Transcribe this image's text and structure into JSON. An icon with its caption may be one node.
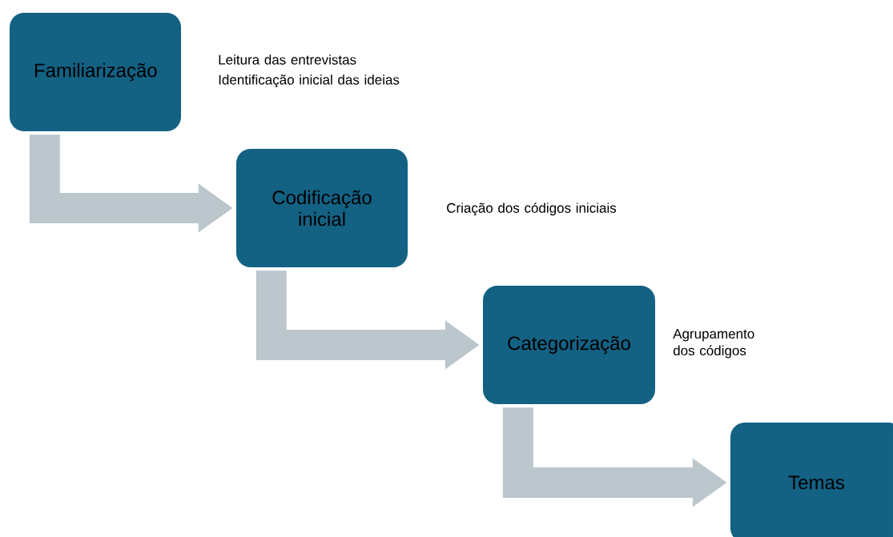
{
  "diagram": {
    "nodes": [
      {
        "text": [
          "Familiarização"
        ],
        "beside": [
          "Leitura das entrevistas",
          "Identificação inicial das ideias"
        ]
      },
      {
        "text": [
          "Codificação inicial"
        ],
        "beside": [
          "Criação dos códigos iniciais"
        ]
      },
      {
        "text": [
          "Categorização"
        ],
        "beside": [
          "Agrupamento dos códigos"
        ]
      },
      {
        "text": [
          "Temas"
        ]
      }
    ],
    "edges": [
      {
        "from": 0,
        "to": 1,
        "arrow": "to"
      },
      {
        "from": 1,
        "to": 2,
        "arrow": "to"
      },
      {
        "from": 2,
        "to": 3,
        "arrow": "to"
      }
    ]
  }
}
